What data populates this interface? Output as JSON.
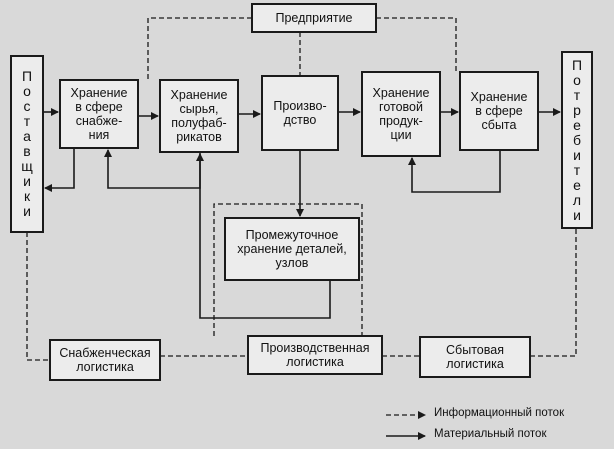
{
  "diagram": {
    "suppliers": "П\nо\nс\nт\nа\nв\nщ\nи\nк\nи",
    "consumers": "П\nо\nт\nр\nе\nб\nи\nт\nе\nл\nи",
    "enterprise": "Предприятие",
    "storage_supply": "Хранение\nв сфере\nснабже-\nния",
    "storage_raw": "Хранение\nсырья,\nполуфаб-\nрикатов",
    "production": "Произво-\nдство",
    "storage_finished": "Хранение\nготовой\nпродук-\nции",
    "storage_sales": "Хранение\nв сфере\nсбыта",
    "intermediate": "Промежуточное\nхранение деталей,\nузлов",
    "supply_logistics": "Снабженческая\nлогистика",
    "production_logistics": "Производственная\nлогистика",
    "sales_logistics": "Сбытовая\nлогистика"
  },
  "legend": {
    "info_flow": "Информационный поток",
    "material_flow": "Материальный поток"
  }
}
